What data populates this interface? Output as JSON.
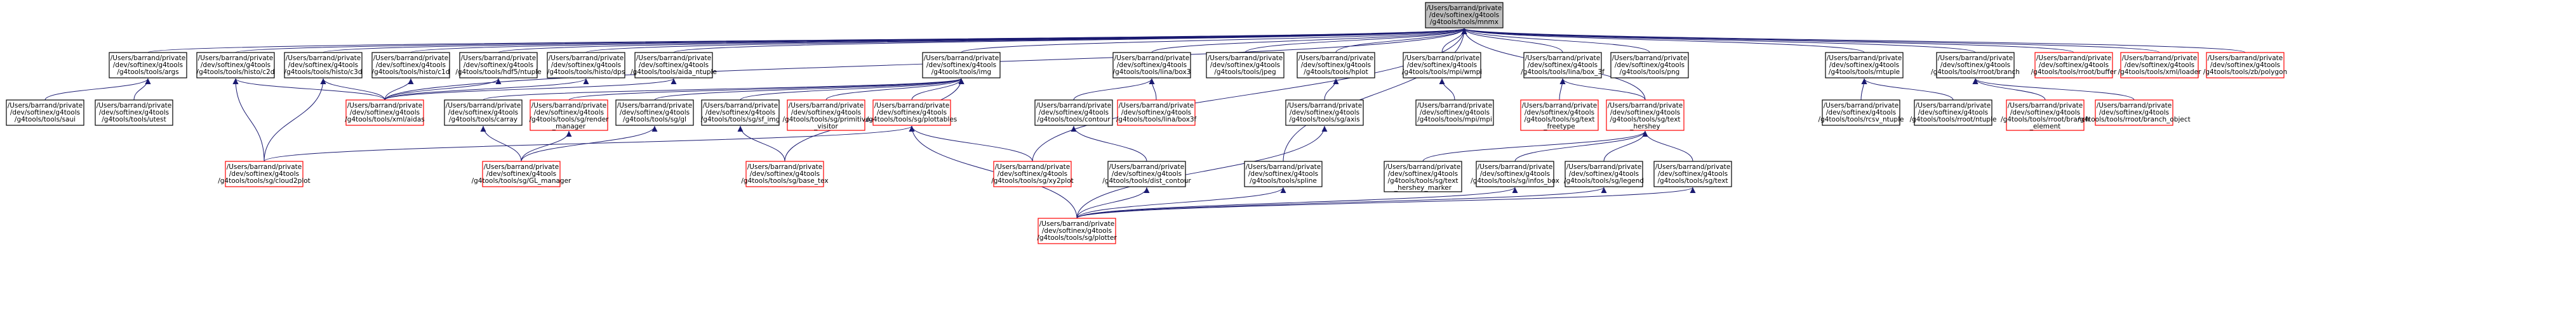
{
  "diagram": {
    "root": "rootn",
    "nodes": [
      {
        "id": "rootn",
        "lines": [
          "/Users/barrand/private",
          "/dev/softinex/g4tools",
          "/g4tools/tools/mnmx"
        ],
        "border": "black"
      },
      {
        "id": "args",
        "lines": [
          "/Users/barrand/private",
          "/dev/softinex/g4tools",
          "/g4tools/tools/args"
        ],
        "border": "black"
      },
      {
        "id": "histo2d",
        "lines": [
          "/Users/barrand/private",
          "/dev/softinex/g4tools",
          "/g4tools/tools/histo/c2d"
        ],
        "border": "black"
      },
      {
        "id": "histo3d",
        "lines": [
          "/Users/barrand/private",
          "/dev/softinex/g4tools",
          "/g4tools/tools/histo/c3d"
        ],
        "border": "black"
      },
      {
        "id": "histo1d",
        "lines": [
          "/Users/barrand/private",
          "/dev/softinex/g4tools",
          "/g4tools/tools/histo/c1d"
        ],
        "border": "black"
      },
      {
        "id": "hdf5",
        "lines": [
          "/Users/barrand/private",
          "/dev/softinex/g4tools",
          "/g4tools/tools/hdf5/ntuple"
        ],
        "border": "black"
      },
      {
        "id": "histodps",
        "lines": [
          "/Users/barrand/private",
          "/dev/softinex/g4tools",
          "/g4tools/tools/histo/dps"
        ],
        "border": "black"
      },
      {
        "id": "aida",
        "lines": [
          "/Users/barrand/private",
          "/dev/softinex/g4tools",
          "/g4tools/tools/aida_ntuple"
        ],
        "border": "black"
      },
      {
        "id": "img",
        "lines": [
          "/Users/barrand/private",
          "/dev/softinex/g4tools",
          "/g4tools/tools/img"
        ],
        "border": "black"
      },
      {
        "id": "box3",
        "lines": [
          "/Users/barrand/private",
          "/dev/softinex/g4tools",
          "/g4tools/tools/lina/box3"
        ],
        "border": "black"
      },
      {
        "id": "jpeg",
        "lines": [
          "/Users/barrand/private",
          "/dev/softinex/g4tools",
          "/g4tools/tools/jpeg"
        ],
        "border": "black"
      },
      {
        "id": "hplot",
        "lines": [
          "/Users/barrand/private",
          "/dev/softinex/g4tools",
          "/g4tools/tools/hplot"
        ],
        "border": "black"
      },
      {
        "id": "wmpi",
        "lines": [
          "/Users/barrand/private",
          "/dev/softinex/g4tools",
          "/g4tools/tools/mpi/wmpi"
        ],
        "border": "black"
      },
      {
        "id": "box3f",
        "lines": [
          "/Users/barrand/private",
          "/dev/softinex/g4tools",
          "/g4tools/tools/lina/box_3f"
        ],
        "border": "black"
      },
      {
        "id": "png",
        "lines": [
          "/Users/barrand/private",
          "/dev/softinex/g4tools",
          "/g4tools/tools/png"
        ],
        "border": "black"
      },
      {
        "id": "rntuple",
        "lines": [
          "/Users/barrand/private",
          "/dev/softinex/g4tools",
          "/g4tools/tools/rntuple"
        ],
        "border": "black"
      },
      {
        "id": "rootbranch",
        "lines": [
          "/Users/barrand/private",
          "/dev/softinex/g4tools",
          "/g4tools/tools/rroot/branch"
        ],
        "border": "black"
      },
      {
        "id": "rrootbuffer",
        "lines": [
          "/Users/barrand/private",
          "/dev/softinex/g4tools",
          "/g4tools/tools/rroot/buffer"
        ],
        "border": "red"
      },
      {
        "id": "xmlloader",
        "lines": [
          "/Users/barrand/private",
          "/dev/softinex/g4tools",
          "/g4tools/tools/xml/loader"
        ],
        "border": "red"
      },
      {
        "id": "zbpolygon",
        "lines": [
          "/Users/barrand/private",
          "/dev/softinex/g4tools",
          "/g4tools/tools/zb/polygon"
        ],
        "border": "red"
      },
      {
        "id": "saui",
        "lines": [
          "/Users/barrand/private",
          "/dev/softinex/g4tools",
          "/g4tools/tools/saui"
        ],
        "border": "black"
      },
      {
        "id": "utest",
        "lines": [
          "/Users/barrand/private",
          "/dev/softinex/g4tools",
          "/g4tools/tools/utest"
        ],
        "border": "black"
      },
      {
        "id": "xmlaidas",
        "lines": [
          "/Users/barrand/private",
          "/dev/softinex/g4tools",
          "/g4tools/tools/xml/aidas"
        ],
        "border": "red"
      },
      {
        "id": "carray",
        "lines": [
          "/Users/barrand/private",
          "/dev/softinex/g4tools",
          "/g4tools/tools/carray"
        ],
        "border": "black"
      },
      {
        "id": "renderman",
        "lines": [
          "/Users/barrand/private",
          "/dev/softinex/g4tools",
          "/g4tools/tools/sg/render",
          "_manager"
        ],
        "border": "red"
      },
      {
        "id": "sggl",
        "lines": [
          "/Users/barrand/private",
          "/dev/softinex/g4tools",
          "/g4tools/tools/sg/gl"
        ],
        "border": "black"
      },
      {
        "id": "sfimg",
        "lines": [
          "/Users/barrand/private",
          "/dev/softinex/g4tools",
          "/g4tools/tools/sg/sf_img"
        ],
        "border": "black"
      },
      {
        "id": "primvisitor",
        "lines": [
          "/Users/barrand/private",
          "/dev/softinex/g4tools",
          "/g4tools/tools/sg/primitive",
          "_visitor"
        ],
        "border": "red"
      },
      {
        "id": "plottables",
        "lines": [
          "/Users/barrand/private",
          "/dev/softinex/g4tools",
          "/g4tools/tools/sg/plottables"
        ],
        "border": "red"
      },
      {
        "id": "contour",
        "lines": [
          "/Users/barrand/private",
          "/dev/softinex/g4tools",
          "/g4tools/tools/contour"
        ],
        "border": "black"
      },
      {
        "id": "linabox3f",
        "lines": [
          "/Users/barrand/private",
          "/dev/softinex/g4tools",
          "/g4tools/tools/lina/box3f"
        ],
        "border": "red"
      },
      {
        "id": "sgaxis",
        "lines": [
          "/Users/barrand/private",
          "/dev/softinex/g4tools",
          "/g4tools/tools/sg/axis"
        ],
        "border": "black"
      },
      {
        "id": "mpimpi",
        "lines": [
          "/Users/barrand/private",
          "/dev/softinex/g4tools",
          "/g4tools/tools/mpi/mpi"
        ],
        "border": "black"
      },
      {
        "id": "freetype",
        "lines": [
          "/Users/barrand/private",
          "/dev/softinex/g4tools",
          "/g4tools/tools/sg/text",
          "_freetype"
        ],
        "border": "red"
      },
      {
        "id": "texthershey",
        "lines": [
          "/Users/barrand/private",
          "/dev/softinex/g4tools",
          "/g4tools/tools/sg/text",
          "_hershey"
        ],
        "border": "red"
      },
      {
        "id": "csvntuple",
        "lines": [
          "/Users/barrand/private",
          "/dev/softinex/g4tools",
          "/g4tools/tools/rcsv_ntuple"
        ],
        "border": "black"
      },
      {
        "id": "rroothtuple",
        "lines": [
          "/Users/barrand/private",
          "/dev/softinex/g4tools",
          "/g4tools/tools/rroot/ntuple"
        ],
        "border": "black"
      },
      {
        "id": "branchelement",
        "lines": [
          "/Users/barrand/private",
          "/dev/softinex/g4tools",
          "/g4tools/tools/rroot/branch",
          "_element"
        ],
        "border": "red"
      },
      {
        "id": "branchobject",
        "lines": [
          "/Users/barrand/private",
          "/dev/softinex/g4tools",
          "/g4tools/tools/rroot/branch_object"
        ],
        "border": "red"
      },
      {
        "id": "cloud2plot",
        "lines": [
          "/Users/barrand/private",
          "/dev/softinex/g4tools",
          "/g4tools/tools/sg/cloud2plot"
        ],
        "border": "red"
      },
      {
        "id": "glmanager",
        "lines": [
          "/Users/barrand/private",
          "/dev/softinex/g4tools",
          "/g4tools/tools/sg/GL_manager"
        ],
        "border": "red"
      },
      {
        "id": "basetex",
        "lines": [
          "/Users/barrand/private",
          "/dev/softinex/g4tools",
          "/g4tools/tools/sg/base_tex"
        ],
        "border": "red"
      },
      {
        "id": "xy2plot",
        "lines": [
          "/Users/barrand/private",
          "/dev/softinex/g4tools",
          "/g4tools/tools/sg/xy2plot"
        ],
        "border": "red"
      },
      {
        "id": "distcontour",
        "lines": [
          "/Users/barrand/private",
          "/dev/softinex/g4tools",
          "/g4tools/tools/dist_contour"
        ],
        "border": "black"
      },
      {
        "id": "spline",
        "lines": [
          "/Users/barrand/private",
          "/dev/softinex/g4tools",
          "/g4tools/tools/spline"
        ],
        "border": "black"
      },
      {
        "id": "hersheymarker",
        "lines": [
          "/Users/barrand/private",
          "/dev/softinex/g4tools",
          "/g4tools/tools/sg/text",
          "_hershey_marker"
        ],
        "border": "black"
      },
      {
        "id": "infobox",
        "lines": [
          "/Users/barrand/private",
          "/dev/softinex/g4tools",
          "/g4tools/tools/sg/infos_box"
        ],
        "border": "black"
      },
      {
        "id": "sglegend",
        "lines": [
          "/Users/barrand/private",
          "/dev/softinex/g4tools",
          "/g4tools/tools/sg/legend"
        ],
        "border": "black"
      },
      {
        "id": "sgtext",
        "lines": [
          "/Users/barrand/private",
          "/dev/softinex/g4tools",
          "/g4tools/tools/sg/text"
        ],
        "border": "black"
      },
      {
        "id": "plotter",
        "lines": [
          "/Users/barrand/private",
          "/dev/softinex/g4tools",
          "/g4tools/tools/sg/plotter"
        ],
        "border": "red"
      }
    ],
    "edges": [
      [
        "args",
        "rootn"
      ],
      [
        "histo2d",
        "rootn"
      ],
      [
        "histo3d",
        "rootn"
      ],
      [
        "histo1d",
        "rootn"
      ],
      [
        "hdf5",
        "rootn"
      ],
      [
        "histodps",
        "rootn"
      ],
      [
        "aida",
        "rootn"
      ],
      [
        "img",
        "rootn"
      ],
      [
        "box3",
        "rootn"
      ],
      [
        "jpeg",
        "rootn"
      ],
      [
        "hplot",
        "rootn"
      ],
      [
        "wmpi",
        "rootn"
      ],
      [
        "box3f",
        "rootn"
      ],
      [
        "png",
        "rootn"
      ],
      [
        "rntuple",
        "rootn"
      ],
      [
        "rootbranch",
        "rootn"
      ],
      [
        "rrootbuffer",
        "rootn"
      ],
      [
        "xmlloader",
        "rootn"
      ],
      [
        "zbpolygon",
        "rootn"
      ],
      [
        "saui",
        "args"
      ],
      [
        "utest",
        "args"
      ],
      [
        "xmlaidas",
        "histo2d"
      ],
      [
        "xmlaidas",
        "histo3d"
      ],
      [
        "xmlaidas",
        "histo1d"
      ],
      [
        "xmlaidas",
        "hdf5"
      ],
      [
        "xmlaidas",
        "histodps"
      ],
      [
        "xmlaidas",
        "aida"
      ],
      [
        "xmlaidas",
        "rootn"
      ],
      [
        "cloud2plot",
        "histo2d"
      ],
      [
        "cloud2plot",
        "histo3d"
      ],
      [
        "carray",
        "img"
      ],
      [
        "renderman",
        "img"
      ],
      [
        "sggl",
        "img"
      ],
      [
        "sfimg",
        "img"
      ],
      [
        "primvisitor",
        "img"
      ],
      [
        "plottables",
        "img"
      ],
      [
        "contour",
        "box3"
      ],
      [
        "linabox3f",
        "box3"
      ],
      [
        "sgaxis",
        "hplot"
      ],
      [
        "mpimpi",
        "wmpi"
      ],
      [
        "freetype",
        "box3f"
      ],
      [
        "texthershey",
        "box3f"
      ],
      [
        "csvntuple",
        "rntuple"
      ],
      [
        "rroothtuple",
        "rntuple"
      ],
      [
        "branchelement",
        "rootbranch"
      ],
      [
        "branchobject",
        "rootbranch"
      ],
      [
        "glmanager",
        "carray"
      ],
      [
        "glmanager",
        "renderman"
      ],
      [
        "glmanager",
        "sggl"
      ],
      [
        "basetex",
        "sfimg"
      ],
      [
        "basetex",
        "img"
      ],
      [
        "cloud2plot",
        "plottables"
      ],
      [
        "xy2plot",
        "plottables"
      ],
      [
        "xy2plot",
        "rootn"
      ],
      [
        "distcontour",
        "contour"
      ],
      [
        "spline",
        "rootn"
      ],
      [
        "hersheymarker",
        "texthershey"
      ],
      [
        "infobox",
        "texthershey"
      ],
      [
        "sglegend",
        "texthershey"
      ],
      [
        "sgtext",
        "texthershey"
      ],
      [
        "plotter",
        "plottables"
      ],
      [
        "plotter",
        "distcontour"
      ],
      [
        "plotter",
        "spline"
      ],
      [
        "plotter",
        "sgaxis"
      ],
      [
        "plotter",
        "infobox"
      ],
      [
        "plotter",
        "sglegend"
      ],
      [
        "plotter",
        "sgtext"
      ],
      [
        "texthershey",
        "rootn"
      ]
    ]
  }
}
